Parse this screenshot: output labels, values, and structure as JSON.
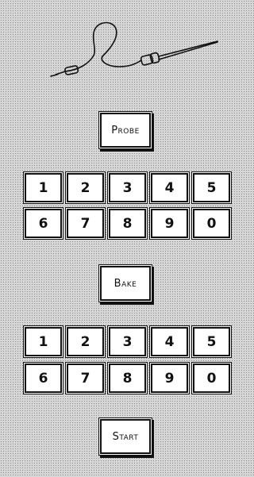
{
  "panel": {
    "probe_label": "Probe",
    "bake_label": "Bake",
    "start_label": "Start",
    "probe_keypad": {
      "row1": [
        "1",
        "2",
        "3",
        "4",
        "5"
      ],
      "row2": [
        "6",
        "7",
        "8",
        "9",
        "0"
      ]
    },
    "bake_keypad": {
      "row1": [
        "1",
        "2",
        "3",
        "4",
        "5"
      ],
      "row2": [
        "6",
        "7",
        "8",
        "9",
        "0"
      ]
    },
    "illustration_icon": "meat-probe-icon"
  }
}
